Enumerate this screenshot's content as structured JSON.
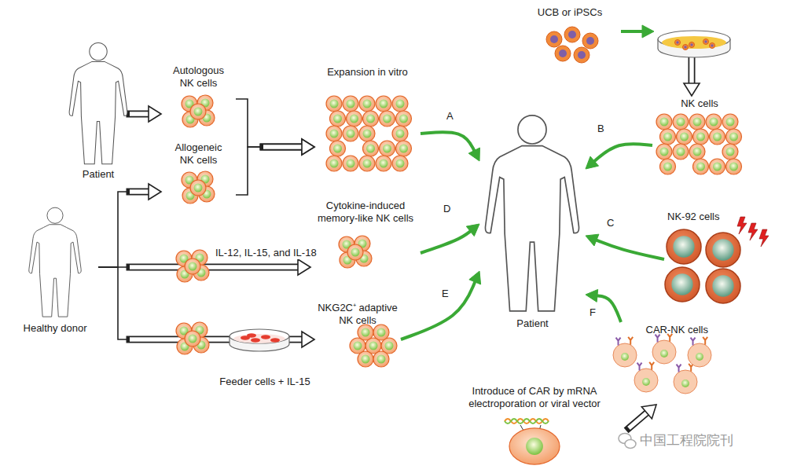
{
  "diagram": {
    "nodes": [
      {
        "text": [
          "Patient"
        ]
      },
      {
        "text": [
          "Autologous NK cells"
        ]
      },
      {
        "text": [
          "Allogeneic NK cells"
        ]
      },
      {
        "text": [
          "Expansion in vitro"
        ]
      },
      {
        "text": [
          "UCB or iPSCs"
        ]
      },
      {
        "text": [
          "NK cells"
        ]
      },
      {
        "text": [
          "Patient"
        ]
      },
      {
        "text": [
          "Healthy donor"
        ]
      },
      {
        "text": [
          "Cytokine-induced memory-like NK cells"
        ]
      },
      {
        "text": [
          "NK-92 cells"
        ]
      },
      {
        "text": [
          "NKG2C⁺ adaptive NK cells"
        ]
      },
      {
        "text": [
          "CAR-NK cells"
        ]
      },
      {
        "text": [
          "Introduce of CAR by mRNA electroporation or viral vector"
        ]
      }
    ],
    "edges": [
      {
        "from": 0,
        "to": 1,
        "arrow": "to"
      },
      {
        "from": 1,
        "to": 3,
        "arrow": "to"
      },
      {
        "from": 2,
        "to": 3,
        "arrow": "to"
      },
      {
        "from": 3,
        "to": 6,
        "label": "A",
        "arrow": "to"
      },
      {
        "from": 4,
        "to": 5,
        "arrow": "to"
      },
      {
        "from": 5,
        "to": 6,
        "label": "B",
        "arrow": "to"
      },
      {
        "from": 7,
        "to": 2,
        "arrow": "to"
      },
      {
        "from": 7,
        "to": 8,
        "label": "IL-12, IL-15, and IL-18",
        "arrow": "to"
      },
      {
        "from": 7,
        "to": 10,
        "arrow": "to"
      },
      {
        "from": 8,
        "to": 6,
        "label": "D",
        "arrow": "to"
      },
      {
        "from": 9,
        "to": 6,
        "label": "C",
        "arrow": "to"
      },
      {
        "from": 10,
        "to": 6,
        "label": "E",
        "arrow": "to"
      },
      {
        "from": 11,
        "to": 6,
        "label": "F",
        "arrow": "to"
      },
      {
        "from": 12,
        "to": 11,
        "arrow": "to"
      }
    ],
    "labels": [
      "Feeder cells + IL-15",
      "中国工程院院刊"
    ]
  }
}
